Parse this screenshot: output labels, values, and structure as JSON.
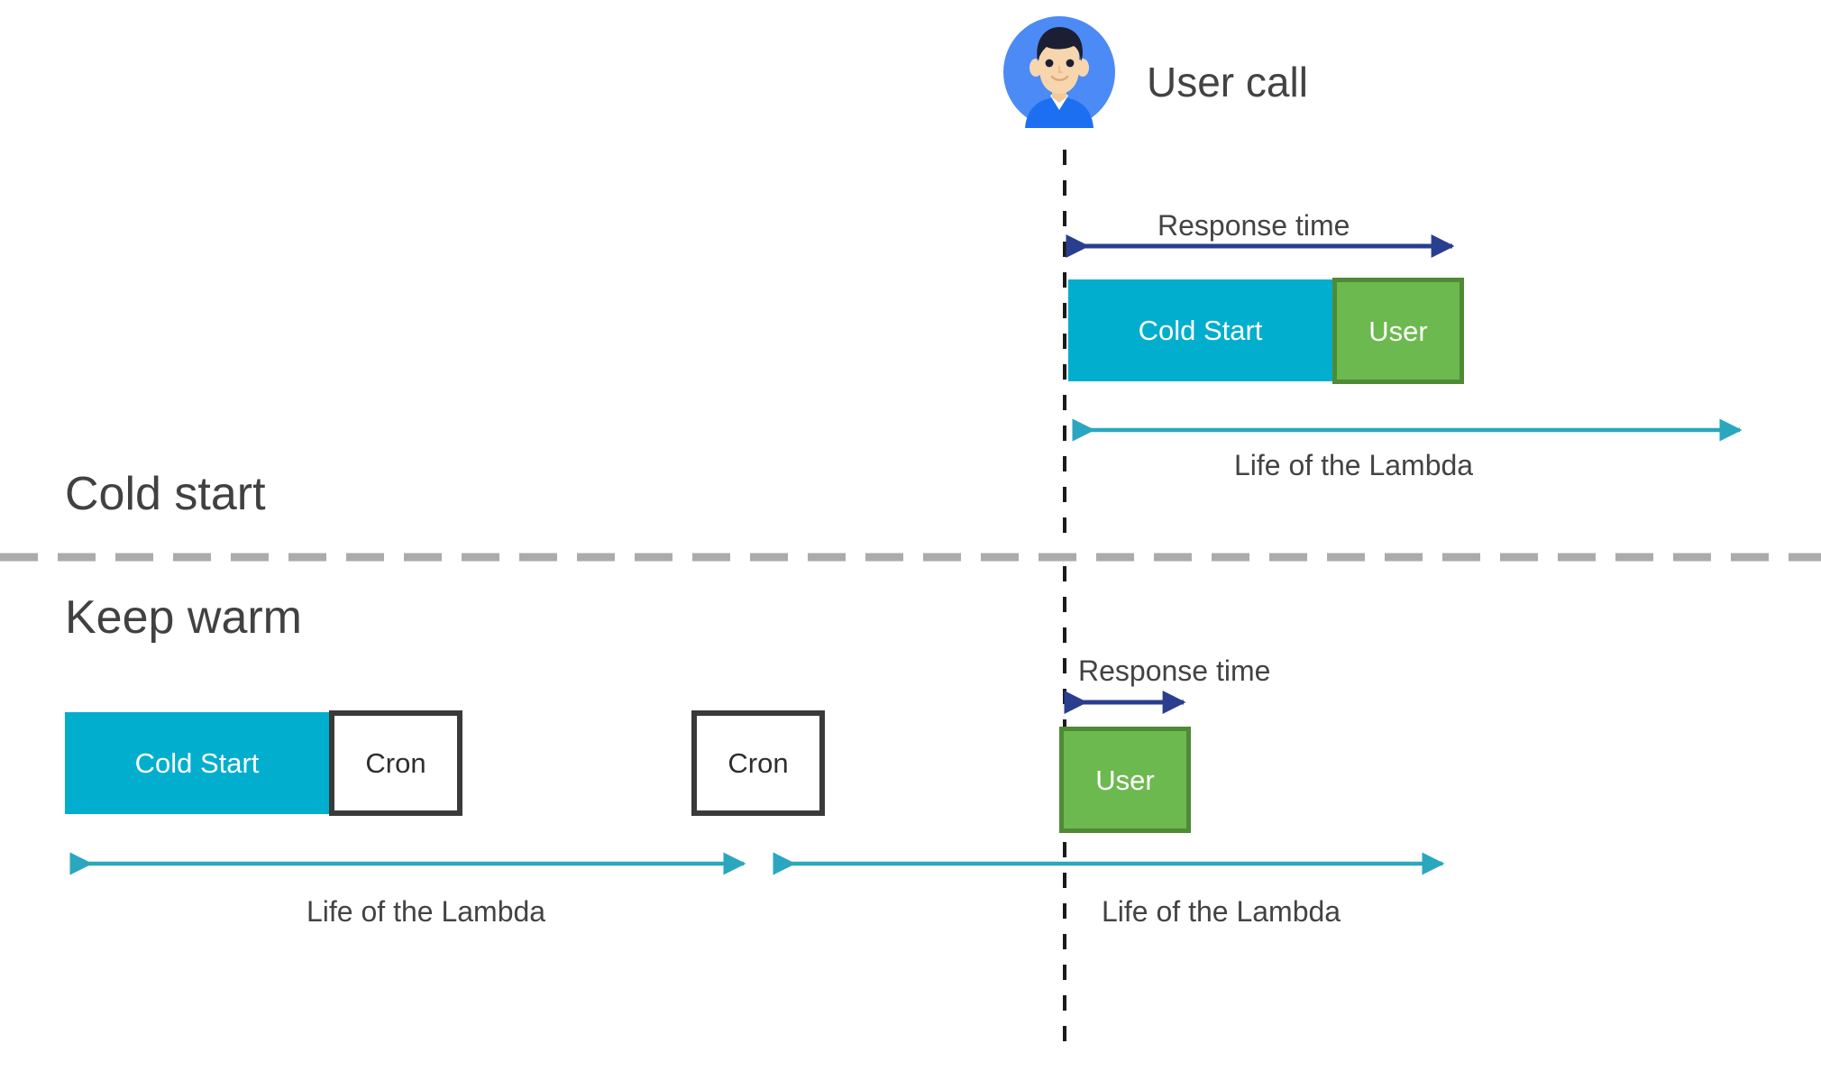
{
  "diagram": {
    "title_sections": {
      "cold_start": "Cold start",
      "keep_warm": "Keep warm"
    },
    "colors": {
      "cold_start_fill": "#01AECE",
      "user_fill": "#6CB94F",
      "user_border": "#4F8A37",
      "cron_border": "#3A3A3A",
      "cron_fill": "#FFFFFF",
      "response_arrow": "#2A3E8F",
      "lifetime_arrow": "#2AA7BF",
      "divider": "#ABABAB",
      "timeline_dash": "#1A1A1A",
      "avatar_circle": "#4C8BF5",
      "text": "#434343"
    },
    "caller": {
      "label": "User call",
      "icon": "user-avatar-icon"
    },
    "cold_start_section": {
      "response_time_label": "Response time",
      "lifetime_label": "Life of the Lambda",
      "bars": [
        {
          "label": "Cold Start",
          "kind": "coldstart"
        },
        {
          "label": "User",
          "kind": "user"
        }
      ]
    },
    "keep_warm_section": {
      "response_time_label": "Response time",
      "lifetime_label_left": "Life of the Lambda",
      "lifetime_label_right": "Life of the Lambda",
      "bars": [
        {
          "label": "Cold Start",
          "kind": "coldstart"
        },
        {
          "label": "Cron",
          "kind": "cron"
        },
        {
          "label": "Cron",
          "kind": "cron"
        },
        {
          "label": "User",
          "kind": "user"
        }
      ]
    }
  }
}
